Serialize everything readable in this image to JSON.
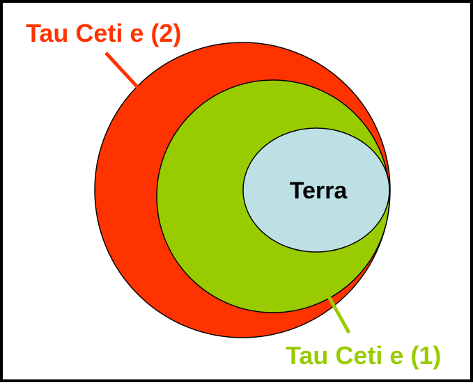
{
  "diagram": {
    "planets": [
      {
        "label": "Tau Ceti e (2)",
        "fill": "#ff3300",
        "label_color": "#ff3300"
      },
      {
        "label": "Tau Ceti e (1)",
        "fill": "#99cc00",
        "label_color": "#99cc00"
      },
      {
        "label": "Terra",
        "fill": "#bde0e4",
        "label_color": "#000000"
      }
    ],
    "outline_color": "#000000",
    "border_color": "#000000",
    "background": "#ffffff"
  }
}
